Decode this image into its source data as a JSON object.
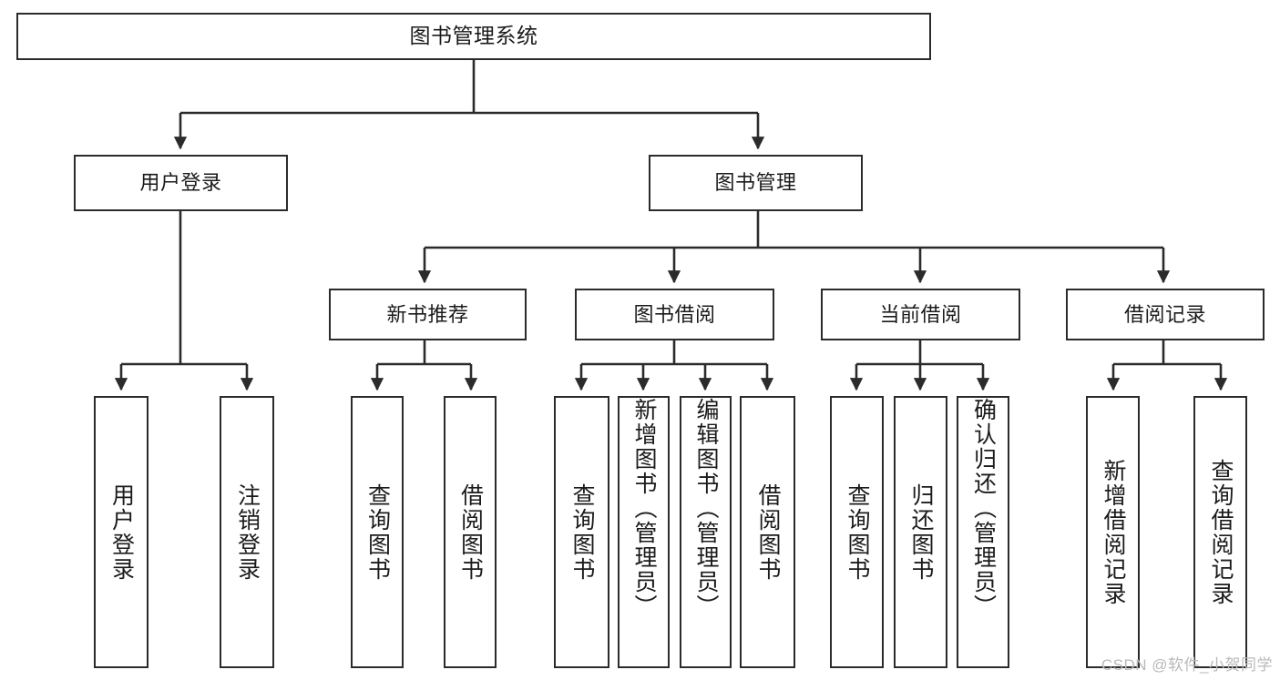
{
  "diagram": {
    "title": "图书管理系统",
    "type": "tree-hierarchy",
    "colors": {
      "border": "#2b2b2b",
      "fill": "#ffffff",
      "text": "#1b1b1b",
      "edge": "#2b2b2b",
      "watermark": "#b9b9b9"
    },
    "levels": {
      "root": {
        "label": "图书管理系统"
      },
      "level2": [
        {
          "label": "用户登录"
        },
        {
          "label": "图书管理"
        }
      ],
      "level3": [
        {
          "label": "新书推荐"
        },
        {
          "label": "图书借阅"
        },
        {
          "label": "当前借阅"
        },
        {
          "label": "借阅记录"
        }
      ],
      "leaves": {
        "user_login": [
          {
            "label": "用户登录"
          },
          {
            "label": "注销登录"
          }
        ],
        "new_book": [
          {
            "label": "查询图书"
          },
          {
            "label": "借阅图书"
          }
        ],
        "book_borrow": [
          {
            "label": "查询图书"
          },
          {
            "label": "新增图书（管理员）"
          },
          {
            "label": "编辑图书（管理员）"
          },
          {
            "label": "借阅图书"
          }
        ],
        "current_borrow": [
          {
            "label": "查询图书"
          },
          {
            "label": "归还图书"
          },
          {
            "label": "确认归还（管理员）"
          }
        ],
        "borrow_record": [
          {
            "label": "新增借阅记录"
          },
          {
            "label": "查询借阅记录"
          }
        ]
      }
    }
  },
  "watermark": {
    "text": "CSDN @软件_小贺同学"
  }
}
